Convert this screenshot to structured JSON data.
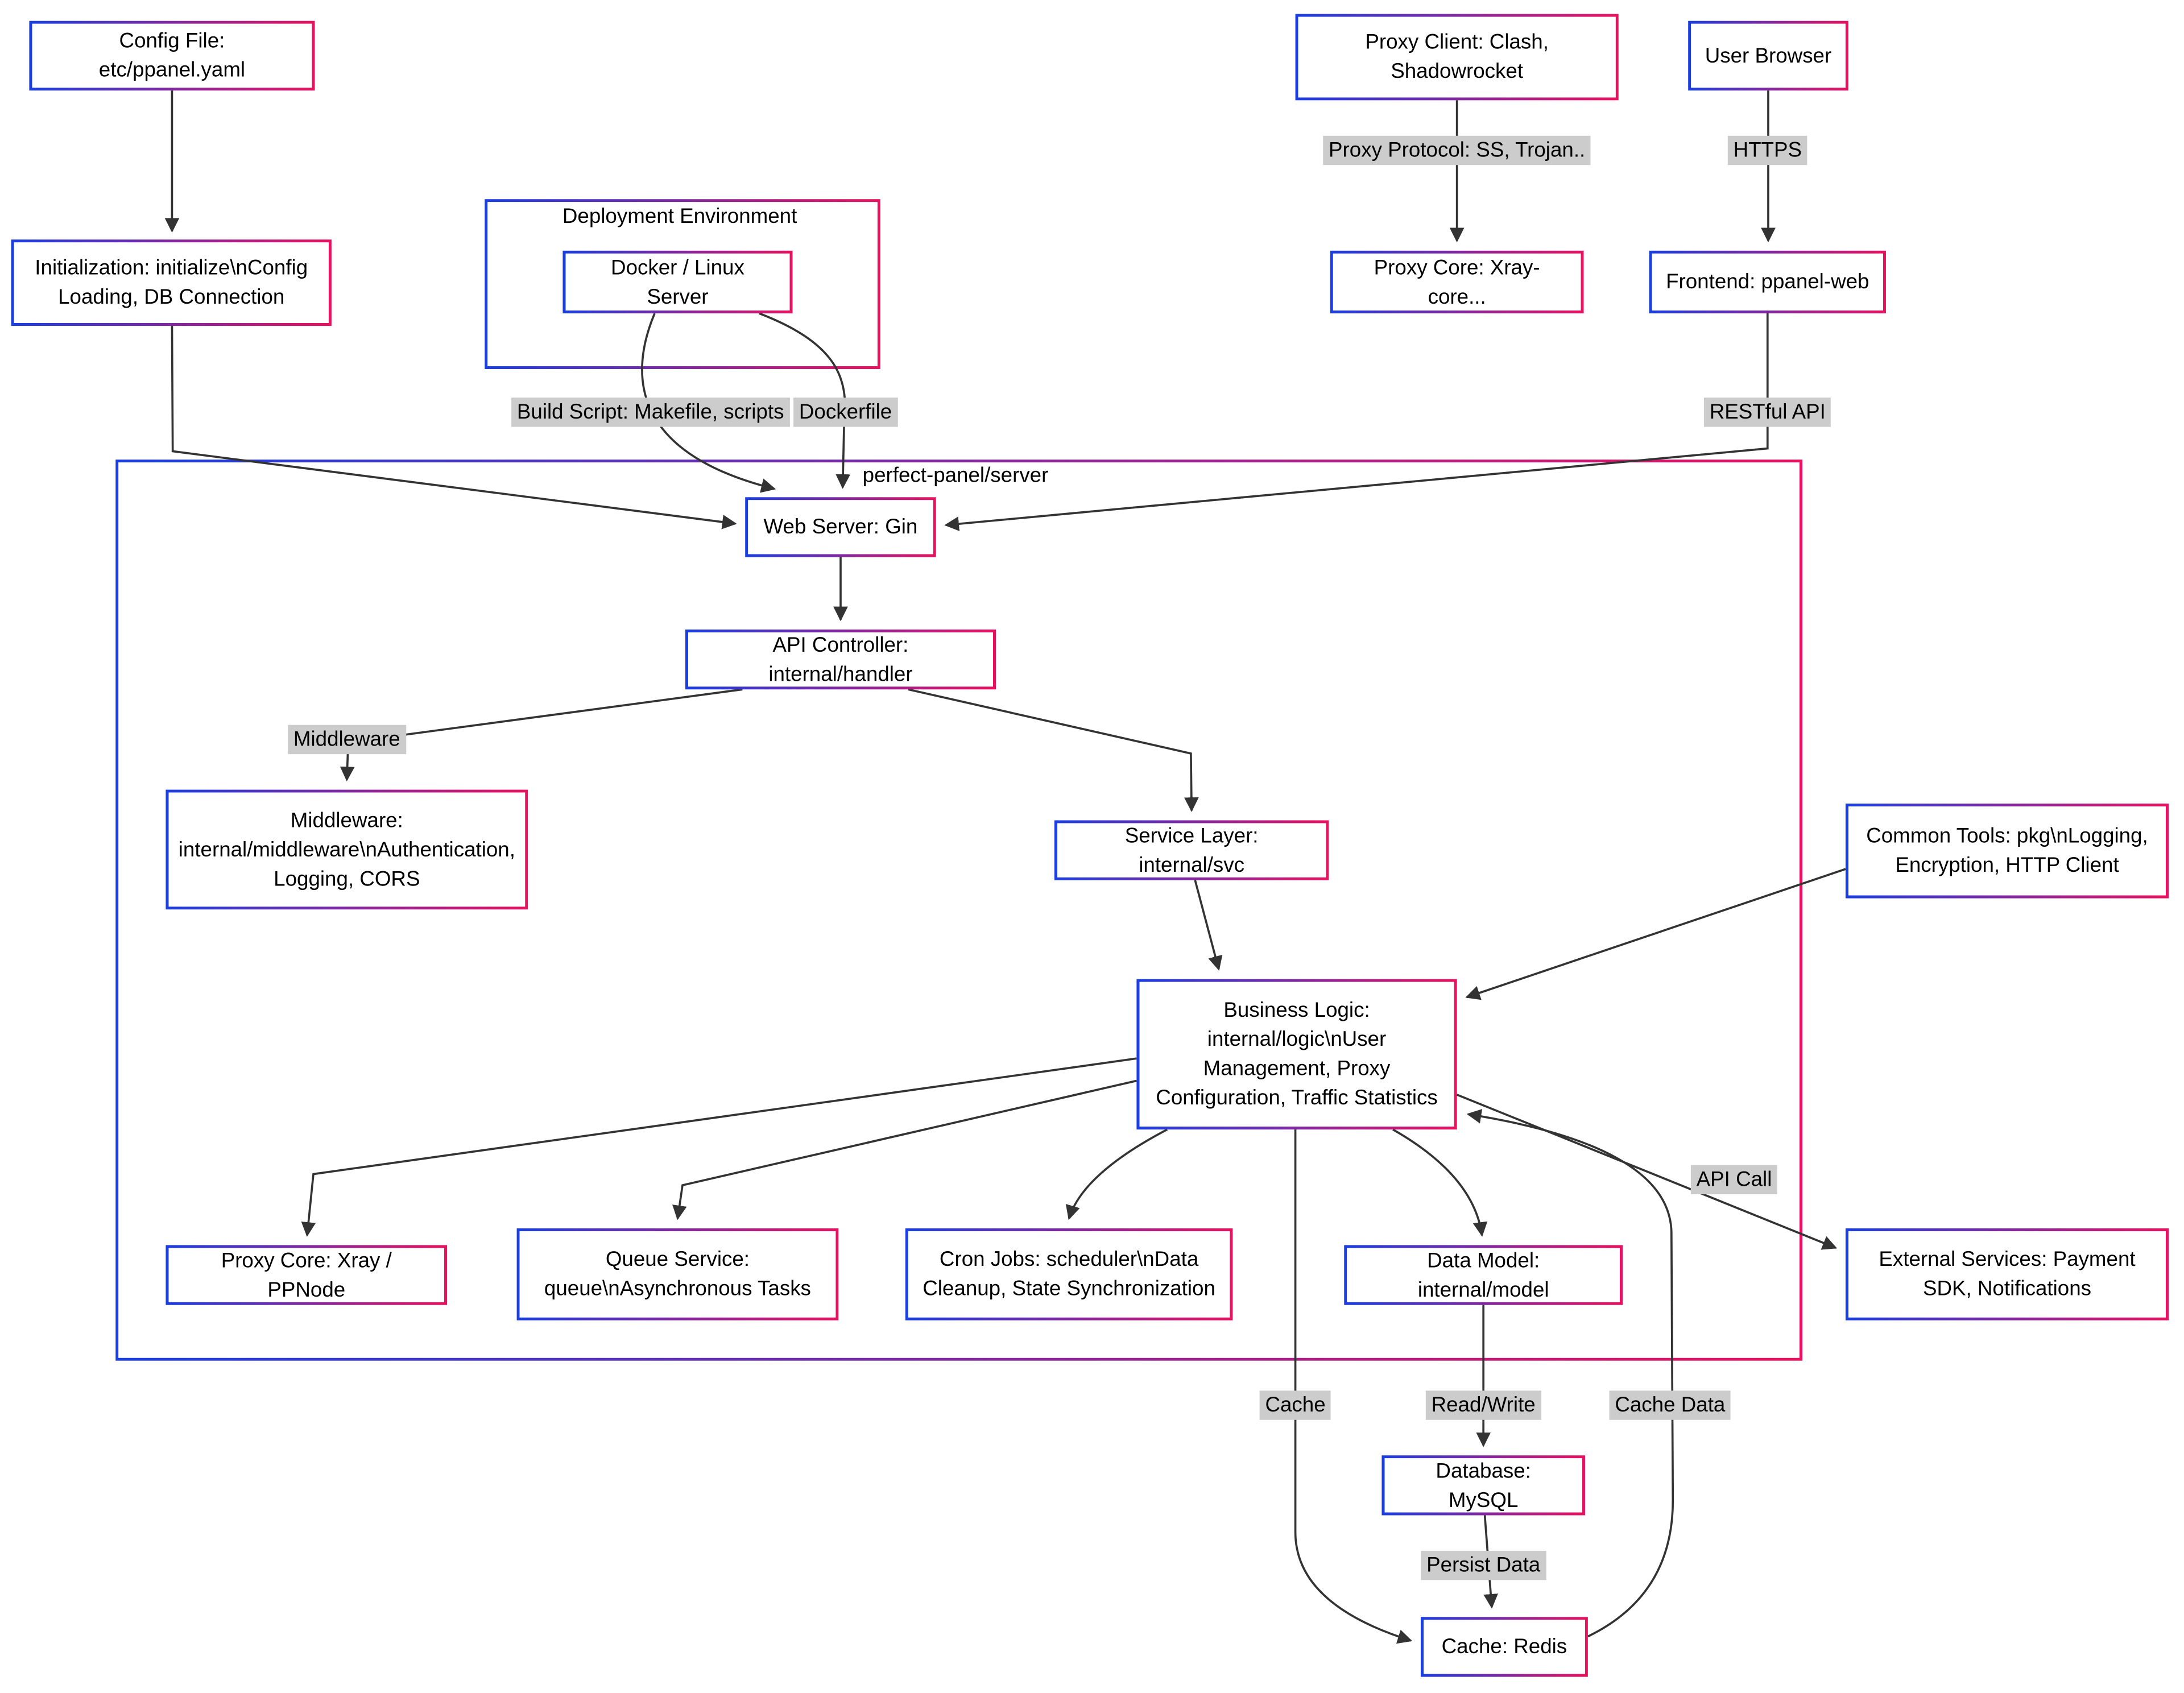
{
  "nodes": {
    "config_file": "Config File: etc/ppanel.yaml",
    "initialization": "Initialization: initialize\\nConfig Loading, DB Connection",
    "deployment_env": "Deployment Environment",
    "docker": "Docker / Linux Server",
    "proxy_client": "Proxy Client: Clash, Shadowrocket",
    "proxy_core_xray": "Proxy Core: Xray-core...",
    "user_browser": "User Browser",
    "frontend": "Frontend: ppanel-web",
    "server_group": "perfect-panel/server",
    "web_server": "Web Server: Gin",
    "api_controller": "API Controller: internal/handler",
    "middleware": "Middleware: internal/middleware\\nAuthentication, Logging, CORS",
    "service_layer": "Service Layer: internal/svc",
    "common_tools": "Common Tools: pkg\\nLogging, Encryption, HTTP Client",
    "business_logic": "Business Logic: internal/logic\\nUser Management, Proxy Configuration, Traffic Statistics",
    "proxy_core_ppnode": "Proxy Core: Xray / PPNode",
    "queue_service": "Queue Service: queue\\nAsynchronous Tasks",
    "cron_jobs": "Cron Jobs: scheduler\\nData Cleanup, State Synchronization",
    "data_model": "Data Model: internal/model",
    "external_services": "External Services: Payment SDK, Notifications",
    "database": "Database: MySQL",
    "cache": "Cache: Redis"
  },
  "edge_labels": {
    "proxy_protocol": "Proxy Protocol: SS, Trojan..",
    "https": "HTTPS",
    "build_script": "Build Script: Makefile, scripts",
    "dockerfile": "Dockerfile",
    "restful_api": "RESTful API",
    "middleware": "Middleware",
    "api_call": "API Call",
    "cache": "Cache",
    "read_write": "Read/Write",
    "cache_data": "Cache Data",
    "persist_data": "Persist Data"
  },
  "colors": {
    "border_gradient_start": "#1a3ee0",
    "border_gradient_end": "#e8125f",
    "edge_stroke": "#333333",
    "edge_label_bg": "#cccccc",
    "background": "#ffffff"
  }
}
